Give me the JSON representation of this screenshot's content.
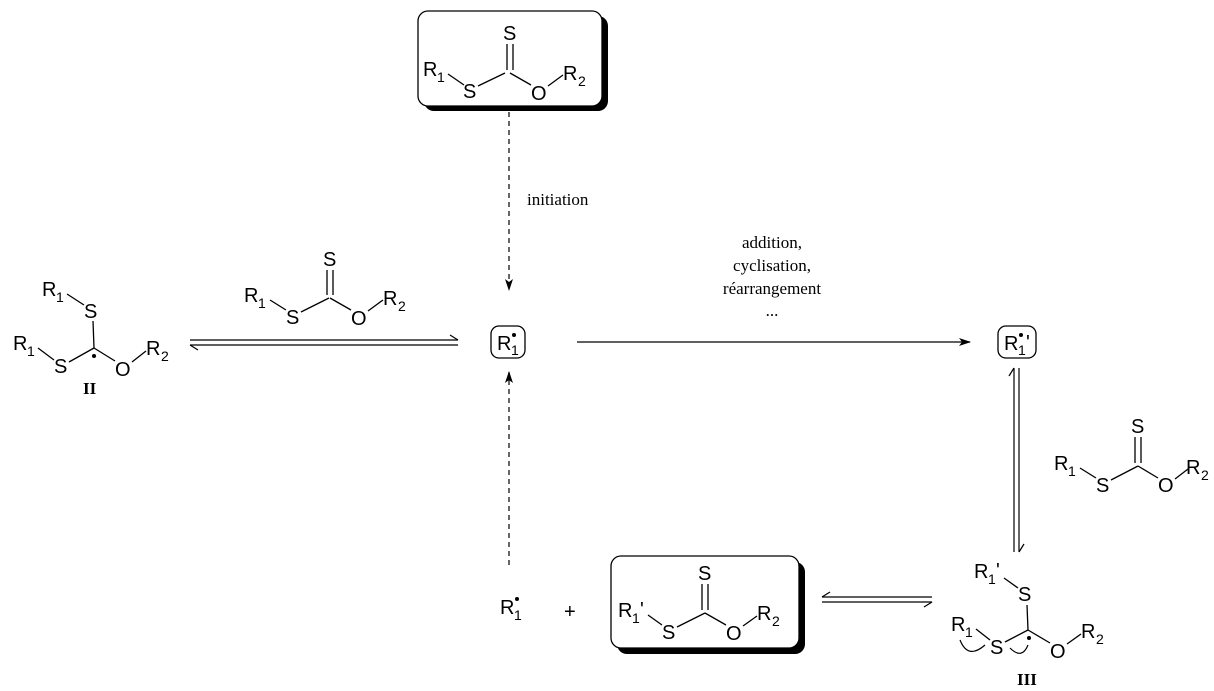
{
  "atoms": {
    "S": "S",
    "O": "O",
    "R": "R",
    "sub1": "1",
    "sub2": "2",
    "prime": "'",
    "plus": "+"
  },
  "labels": {
    "initiation": "initiation",
    "addition_line1": "addition,",
    "addition_line2": "cyclisation,",
    "addition_line3": "réarrangement",
    "addition_line4": "...",
    "compound_II": "II",
    "compound_III": "III"
  },
  "colors": {
    "ink": "#000000",
    "box_shadow": "#000000",
    "background": "#ffffff"
  }
}
